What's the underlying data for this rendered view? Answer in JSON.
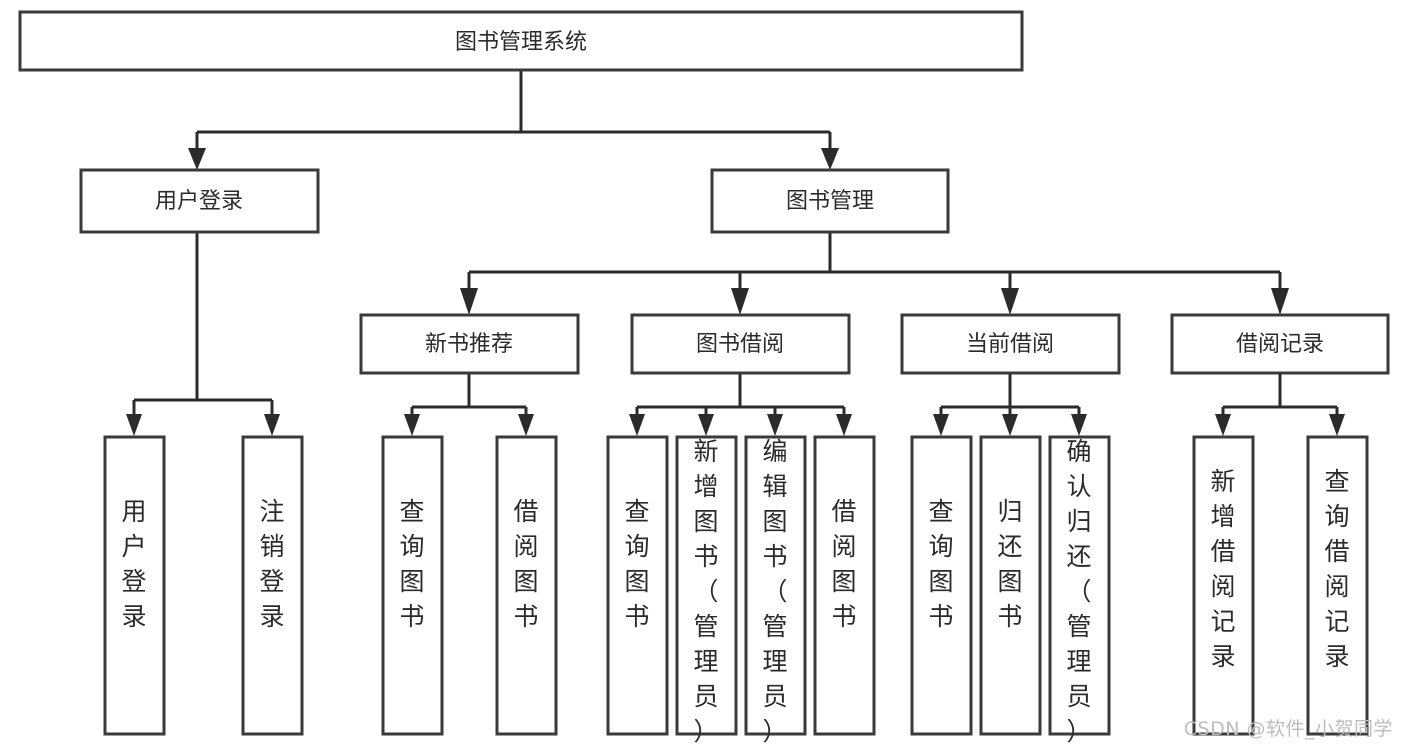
{
  "diagram": {
    "title": "图书管理系统",
    "type": "tree-hierarchy",
    "colors": {
      "box_stroke": "#3a3a3a",
      "edge": "#2b2b2b",
      "box_fill": "#ffffff",
      "text": "#2b2b2b",
      "watermark": "#bdbdbd"
    },
    "levels": {
      "root": {
        "label": "图书管理系统"
      },
      "level2": [
        {
          "id": "user-login",
          "label": "用户登录"
        },
        {
          "id": "book-management",
          "label": "图书管理"
        }
      ],
      "level3": [
        {
          "id": "new-book-recommend",
          "label": "新书推荐",
          "parent": "book-management"
        },
        {
          "id": "book-borrow",
          "label": "图书借阅",
          "parent": "book-management"
        },
        {
          "id": "current-borrow",
          "label": "当前借阅",
          "parent": "book-management"
        },
        {
          "id": "borrow-record",
          "label": "借阅记录",
          "parent": "book-management"
        }
      ],
      "leaves": [
        {
          "id": "leaf-user-login",
          "label": "用户登录",
          "parent": "user-login"
        },
        {
          "id": "leaf-logout-login",
          "label": "注销登录",
          "parent": "user-login"
        },
        {
          "id": "leaf-query-book-1",
          "label": "查询图书",
          "parent": "new-book-recommend"
        },
        {
          "id": "leaf-borrow-book-1",
          "label": "借阅图书",
          "parent": "new-book-recommend"
        },
        {
          "id": "leaf-query-book-2",
          "label": "查询图书",
          "parent": "book-borrow"
        },
        {
          "id": "leaf-add-book-admin",
          "label": "新增图书（管理员）",
          "parent": "book-borrow"
        },
        {
          "id": "leaf-edit-book-admin",
          "label": "编辑图书（管理员）",
          "parent": "book-borrow"
        },
        {
          "id": "leaf-borrow-book-2",
          "label": "借阅图书",
          "parent": "book-borrow"
        },
        {
          "id": "leaf-query-book-3",
          "label": "查询图书",
          "parent": "current-borrow"
        },
        {
          "id": "leaf-return-book",
          "label": "归还图书",
          "parent": "current-borrow"
        },
        {
          "id": "leaf-confirm-return-admin",
          "label": "确认归还（管理员）",
          "parent": "current-borrow"
        },
        {
          "id": "leaf-add-borrow-record",
          "label": "新增借阅记录",
          "parent": "borrow-record"
        },
        {
          "id": "leaf-query-borrow-record",
          "label": "查询借阅记录",
          "parent": "borrow-record"
        }
      ]
    }
  },
  "watermark": {
    "text": "CSDN @软件_小贺同学"
  }
}
